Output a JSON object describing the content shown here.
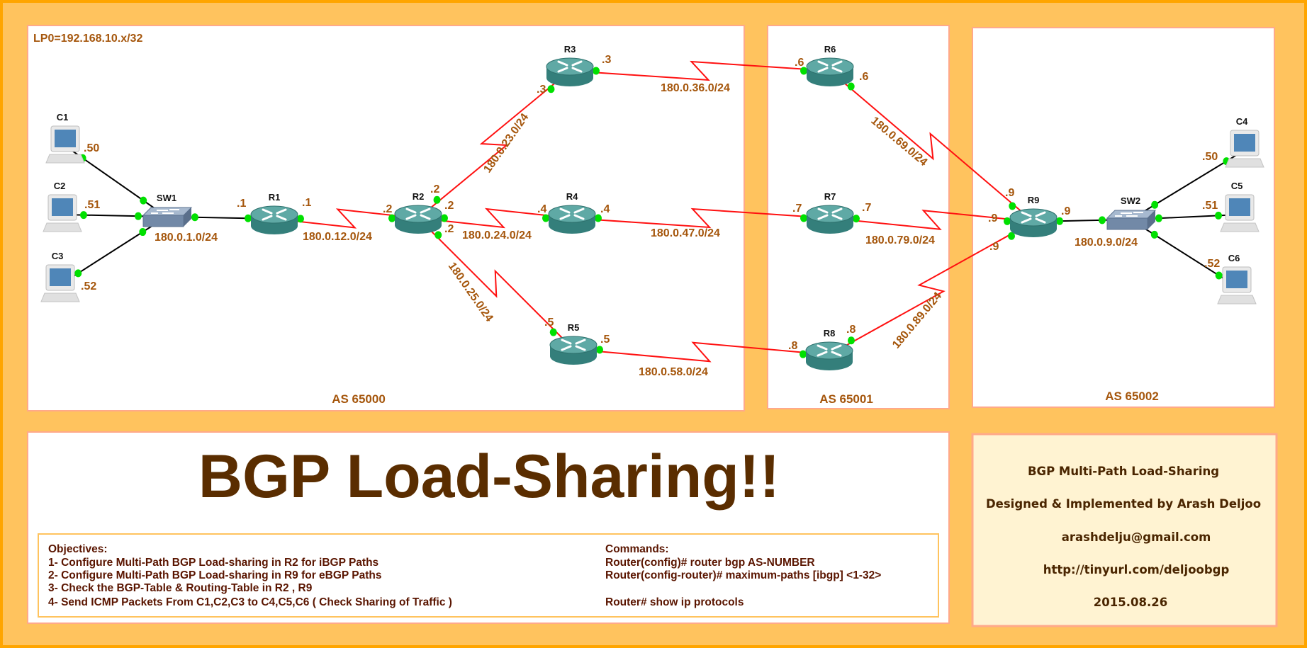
{
  "loopback": "LP0=192.168.10.x/32",
  "as_labels": {
    "as65000": "AS 65000",
    "as65001": "AS 65001",
    "as65002": "AS 65002"
  },
  "nodes": [
    {
      "id": "C1",
      "label": "C1",
      "type": "pc"
    },
    {
      "id": "C2",
      "label": "C2",
      "type": "pc"
    },
    {
      "id": "C3",
      "label": "C3",
      "type": "pc"
    },
    {
      "id": "SW1",
      "label": "SW1",
      "type": "switch"
    },
    {
      "id": "R1",
      "label": "R1",
      "type": "router"
    },
    {
      "id": "R2",
      "label": "R2",
      "type": "router"
    },
    {
      "id": "R3",
      "label": "R3",
      "type": "router"
    },
    {
      "id": "R4",
      "label": "R4",
      "type": "router"
    },
    {
      "id": "R5",
      "label": "R5",
      "type": "router"
    },
    {
      "id": "R6",
      "label": "R6",
      "type": "router"
    },
    {
      "id": "R7",
      "label": "R7",
      "type": "router"
    },
    {
      "id": "R8",
      "label": "R8",
      "type": "router"
    },
    {
      "id": "R9",
      "label": "R9",
      "type": "router"
    },
    {
      "id": "SW2",
      "label": "SW2",
      "type": "switch"
    },
    {
      "id": "C4",
      "label": "C4",
      "type": "pc"
    },
    {
      "id": "C5",
      "label": "C5",
      "type": "pc"
    },
    {
      "id": "C6",
      "label": "C6",
      "type": "pc"
    }
  ],
  "links": [
    {
      "from": "C1",
      "to": "SW1",
      "kind": "ethernet",
      "from_ip": ".50"
    },
    {
      "from": "C2",
      "to": "SW1",
      "kind": "ethernet",
      "from_ip": ".51"
    },
    {
      "from": "C3",
      "to": "SW1",
      "kind": "ethernet",
      "from_ip": ".52"
    },
    {
      "from": "SW1",
      "to": "R1",
      "kind": "ethernet",
      "to_ip": ".1",
      "subnet": "180.0.1.0/24"
    },
    {
      "from": "R1",
      "to": "R2",
      "kind": "serial",
      "from_ip": ".1",
      "to_ip": ".2",
      "subnet": "180.0.12.0/24"
    },
    {
      "from": "R2",
      "to": "R3",
      "kind": "serial",
      "from_ip": ".2",
      "to_ip": ".3",
      "subnet": "180.0.23.0/24"
    },
    {
      "from": "R2",
      "to": "R4",
      "kind": "serial",
      "from_ip": ".2",
      "to_ip": ".4",
      "subnet": "180.0.24.0/24"
    },
    {
      "from": "R2",
      "to": "R5",
      "kind": "serial",
      "from_ip": ".2",
      "to_ip": ".5",
      "subnet": "180.0.25.0/24"
    },
    {
      "from": "R3",
      "to": "R6",
      "kind": "serial",
      "from_ip": ".3",
      "to_ip": ".6",
      "subnet": "180.0.36.0/24"
    },
    {
      "from": "R4",
      "to": "R7",
      "kind": "serial",
      "from_ip": ".4",
      "to_ip": ".7",
      "subnet": "180.0.47.0/24"
    },
    {
      "from": "R5",
      "to": "R8",
      "kind": "serial",
      "from_ip": ".5",
      "to_ip": ".8",
      "subnet": "180.0.58.0/24"
    },
    {
      "from": "R6",
      "to": "R9",
      "kind": "serial",
      "from_ip": ".6",
      "to_ip": ".9",
      "subnet": "180.0.69.0/24"
    },
    {
      "from": "R7",
      "to": "R9",
      "kind": "serial",
      "from_ip": ".7",
      "to_ip": ".9",
      "subnet": "180.0.79.0/24"
    },
    {
      "from": "R8",
      "to": "R9",
      "kind": "serial",
      "from_ip": ".8",
      "to_ip": ".9",
      "subnet": "180.0.89.0/24"
    },
    {
      "from": "R9",
      "to": "SW2",
      "kind": "ethernet",
      "from_ip": ".9",
      "subnet": "180.0.9.0/24"
    },
    {
      "from": "SW2",
      "to": "C4",
      "kind": "ethernet",
      "to_ip": ".50"
    },
    {
      "from": "SW2",
      "to": "C5",
      "kind": "ethernet",
      "to_ip": ".51"
    },
    {
      "from": "SW2",
      "to": "C6",
      "kind": "ethernet",
      "to_ip": ".52"
    }
  ],
  "title": "BGP Load-Sharing!!",
  "objectives": {
    "heading": "Objectives:",
    "items": [
      "1- Configure Multi-Path BGP Load-sharing in R2 for iBGP Paths",
      "2- Configure Multi-Path BGP Load-sharing in R9 for eBGP Paths",
      "3- Check the BGP-Table & Routing-Table in R2 , R9",
      "4- Send ICMP Packets From C1,C2,C3 to C4,C5,C6 ( Check Sharing of Traffic )"
    ]
  },
  "commands": {
    "heading": "Commands:",
    "items": [
      "Router(config)# router bgp AS-NUMBER",
      "Router(config-router)# maximum-paths [ibgp] <1-32>",
      "Router# show ip protocols"
    ]
  },
  "info": {
    "subtitle": "BGP Multi-Path Load-Sharing",
    "author": "Designed & Implemented by Arash Deljoo",
    "email": "arashdelju@gmail.com",
    "url": "http://tinyurl.com/deljoobgp",
    "date": "2015.08.26"
  },
  "colors": {
    "background": "#FFC35E",
    "border": "#FFA500",
    "panel_border": "#FFA98A",
    "serial": "#FF1010",
    "port": "#00E000",
    "label": "#A5560C",
    "title": "#5A2D00"
  }
}
